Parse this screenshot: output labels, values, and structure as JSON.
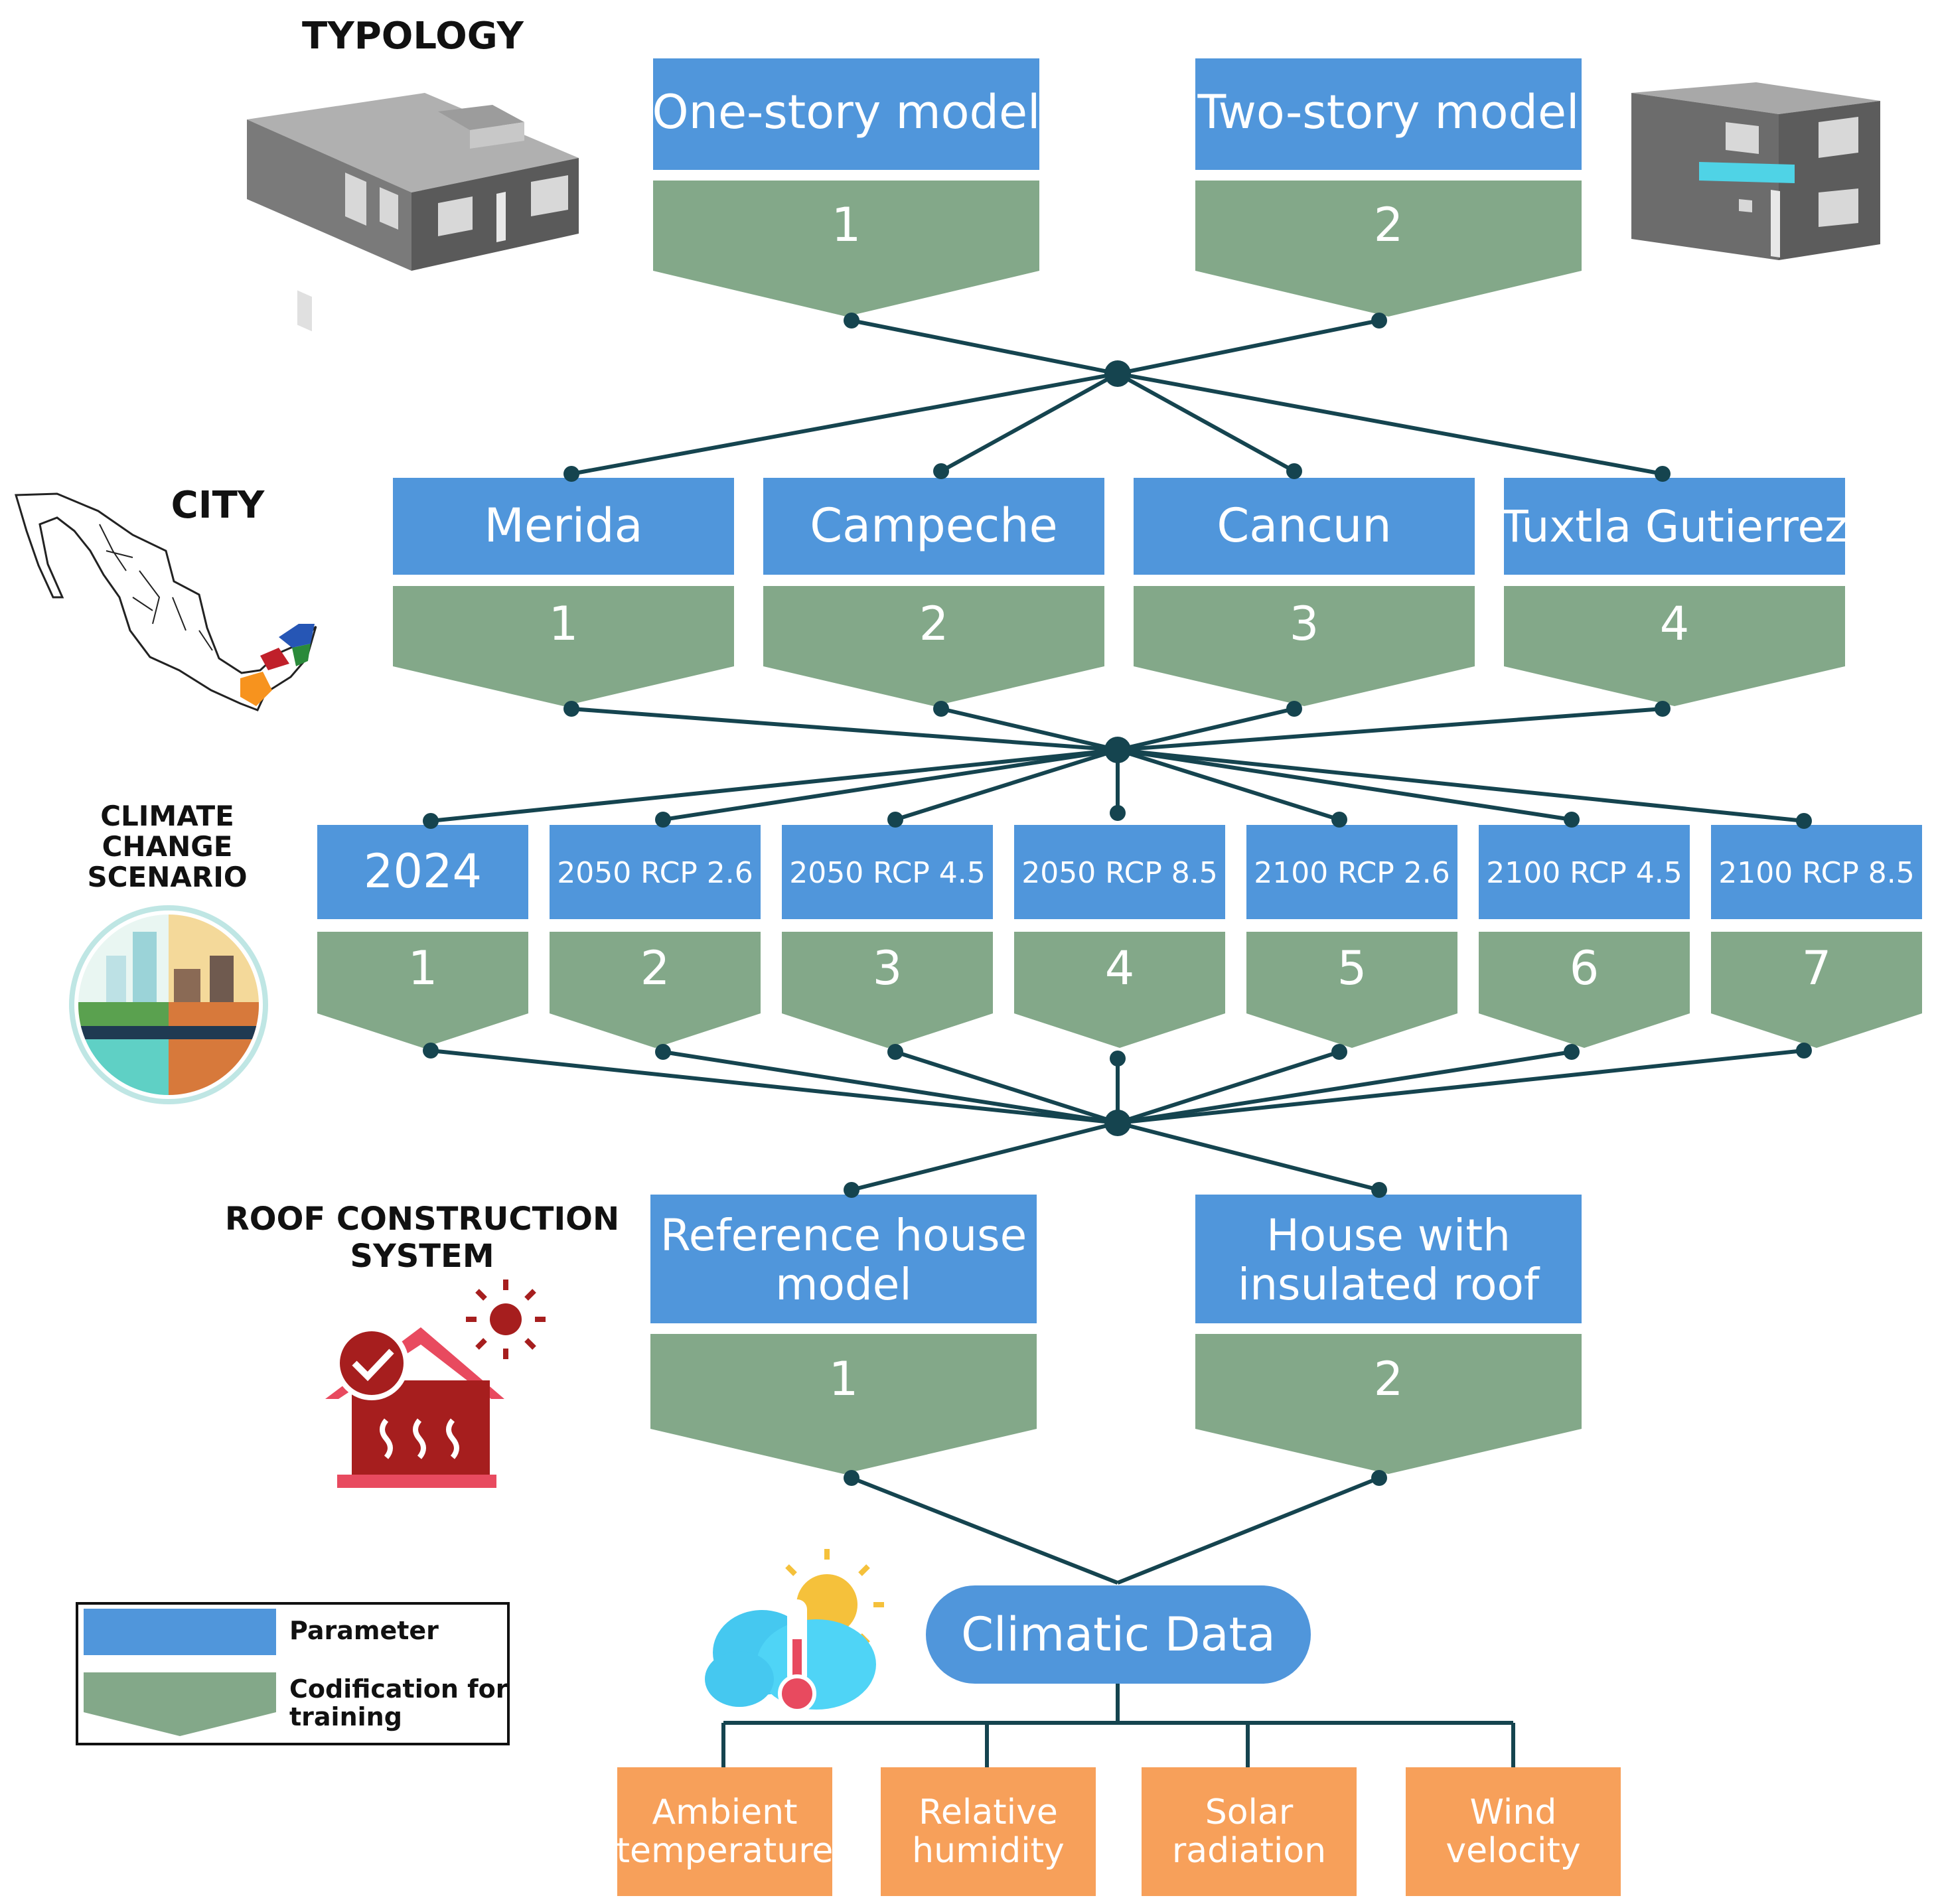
{
  "colors": {
    "parameter": "#5096DB",
    "codification": "#83A889",
    "connector": "#15444F",
    "output": "#F7A05A",
    "roof_icon": "#A61E1E",
    "roof_accent": "#E84A5F",
    "sun": "#F5C13B"
  },
  "sections": {
    "typology": "TYPOLOGY",
    "city": "CITY",
    "climate_line1": "CLIMATE",
    "climate_line2": "CHANGE",
    "climate_line3": "SCENARIO",
    "roof_line1": "ROOF CONSTRUCTION",
    "roof_line2": "SYSTEM"
  },
  "typology": [
    {
      "label": "One-story model",
      "code": "1"
    },
    {
      "label": "Two-story model",
      "code": "2"
    }
  ],
  "city": [
    {
      "label": "Merida",
      "code": "1"
    },
    {
      "label": "Campeche",
      "code": "2"
    },
    {
      "label": "Cancun",
      "code": "3"
    },
    {
      "label": "Tuxtla Gutierrez",
      "code": "4"
    }
  ],
  "scenario": [
    {
      "label": "2024",
      "code": "1"
    },
    {
      "label": "2050 RCP 2.6",
      "code": "2"
    },
    {
      "label": "2050 RCP 4.5",
      "code": "3"
    },
    {
      "label": "2050 RCP 8.5",
      "code": "4"
    },
    {
      "label": "2100 RCP 2.6",
      "code": "5"
    },
    {
      "label": "2100 RCP 4.5",
      "code": "6"
    },
    {
      "label": "2100 RCP 8.5",
      "code": "7"
    }
  ],
  "roof": [
    {
      "line1": "Reference house",
      "line2": "model",
      "code": "1"
    },
    {
      "line1": "House with",
      "line2": "insulated roof",
      "code": "2"
    }
  ],
  "climatic": {
    "label": "Climatic Data",
    "outputs": [
      {
        "line1": "Ambient",
        "line2": "temperature"
      },
      {
        "line1": "Relative",
        "line2": "humidity"
      },
      {
        "line1": "Solar",
        "line2": "radiation"
      },
      {
        "line1": "Wind",
        "line2": "velocity"
      }
    ]
  },
  "legend": {
    "parameter": "Parameter",
    "codification_line1": "Codification for",
    "codification_line2": "training"
  },
  "icons": {
    "typology_one": "one-story-house-icon",
    "typology_two": "two-story-house-icon",
    "city": "mexico-map-icon",
    "climate": "climate-change-scene-icon",
    "roof": "insulated-roof-house-icon",
    "climatic": "weather-thermometer-icon"
  }
}
